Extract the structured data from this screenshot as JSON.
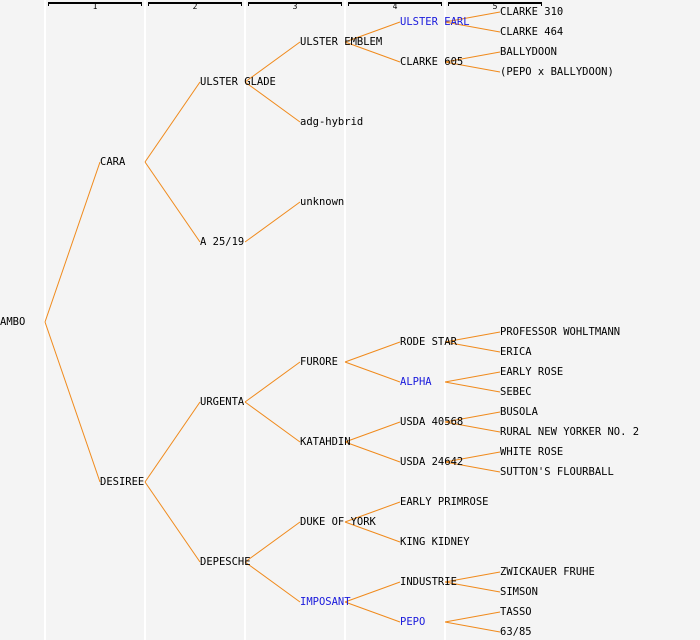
{
  "title": "Pedigree of AMBO",
  "colors": {
    "link": "#f08a1c",
    "highlight": "#1a1adc",
    "text": "#000000",
    "background": "#f4f4f4"
  },
  "generation_headers": [
    "1",
    "2",
    "3",
    "4",
    "5"
  ],
  "pedigree": {
    "name": "AMBO",
    "children": [
      {
        "name": "CARA",
        "children": [
          {
            "name": "ULSTER GLADE",
            "children": [
              {
                "name": "ULSTER EMBLEM",
                "children": [
                  {
                    "name": "ULSTER EARL",
                    "highlight": true,
                    "children": [
                      {
                        "name": "CLARKE 310"
                      },
                      {
                        "name": "CLARKE 464"
                      }
                    ]
                  },
                  {
                    "name": "CLARKE 605",
                    "children": [
                      {
                        "name": "BALLYDOON"
                      },
                      {
                        "name": "(PEPO x BALLYDOON)"
                      }
                    ]
                  }
                ]
              },
              {
                "name": "adg-hybrid"
              }
            ]
          },
          {
            "name": "A 25/19",
            "children": [
              {
                "name": "unknown"
              }
            ]
          }
        ]
      },
      {
        "name": "DESIREE",
        "children": [
          {
            "name": "URGENTA",
            "children": [
              {
                "name": "FURORE",
                "children": [
                  {
                    "name": "RODE STAR",
                    "children": [
                      {
                        "name": "PROFESSOR WOHLTMANN"
                      },
                      {
                        "name": "ERICA"
                      }
                    ]
                  },
                  {
                    "name": "ALPHA",
                    "highlight": true,
                    "children": [
                      {
                        "name": "EARLY ROSE"
                      },
                      {
                        "name": "SEBEC"
                      }
                    ]
                  }
                ]
              },
              {
                "name": "KATAHDIN",
                "children": [
                  {
                    "name": "USDA 40568",
                    "children": [
                      {
                        "name": "BUSOLA"
                      },
                      {
                        "name": "RURAL NEW YORKER NO. 2"
                      }
                    ]
                  },
                  {
                    "name": "USDA 24642",
                    "children": [
                      {
                        "name": "WHITE ROSE"
                      },
                      {
                        "name": "SUTTON'S FLOURBALL"
                      }
                    ]
                  }
                ]
              }
            ]
          },
          {
            "name": "DEPESCHE",
            "children": [
              {
                "name": "DUKE OF YORK",
                "children": [
                  {
                    "name": "EARLY PRIMROSE"
                  },
                  {
                    "name": "KING KIDNEY"
                  }
                ]
              },
              {
                "name": "IMPOSANT",
                "highlight": true,
                "children": [
                  {
                    "name": "INDUSTRIE",
                    "children": [
                      {
                        "name": "ZWICKAUER FRUHE"
                      },
                      {
                        "name": "SIMSON"
                      }
                    ]
                  },
                  {
                    "name": "PEPO",
                    "highlight": true,
                    "children": [
                      {
                        "name": "TASSO"
                      },
                      {
                        "name": "63/85"
                      }
                    ]
                  }
                ]
              }
            ]
          }
        ]
      }
    ]
  }
}
